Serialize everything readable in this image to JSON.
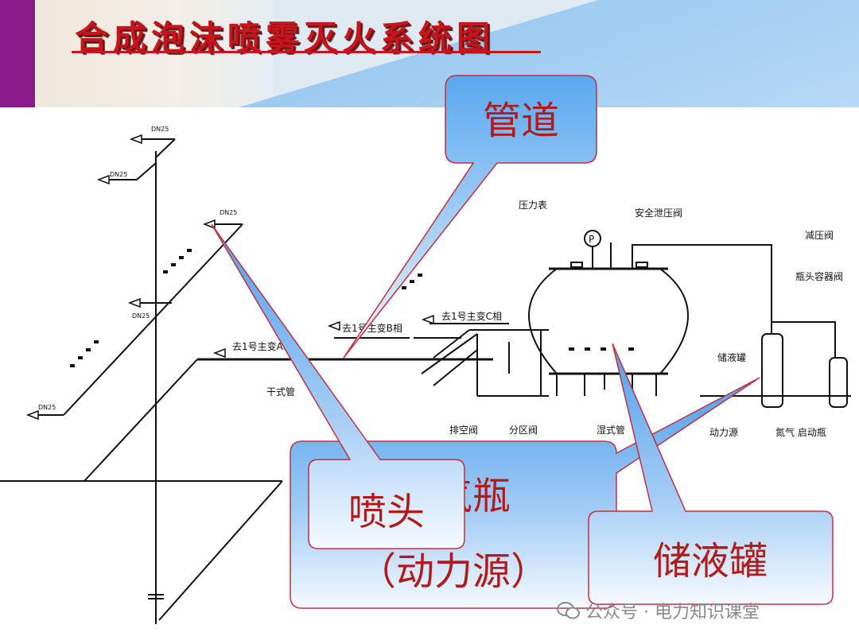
{
  "title": "合成泡沫喷雾灭火系统图",
  "callouts": {
    "pipe": "管道",
    "nozzle": "喷头",
    "gas_bottle_line1": "氮气瓶",
    "gas_bottle_line2": "（动力源）",
    "tank": "储液罐"
  },
  "diagram_labels": {
    "pressure_gauge": "压力表",
    "safety_valve": "安全泄压阀",
    "pressure_relief": "减压阀",
    "bottle_valve": "瓶头容器阀",
    "to_phase_b": "去1号主变B相",
    "to_phase_c": "去1号主变C相",
    "to_phase_a": "去1号主变A相",
    "dry_pipe": "干式管",
    "drain_valve": "排空阀",
    "zone_valve": "分区阀",
    "wet_pipe": "湿式管",
    "tank_label": "储液罐",
    "power_source": "动力源",
    "start_bottle": "氮气 启动瓶",
    "gauge_symbol": "P",
    "dn_1": "DN25",
    "dn_2": "DN25",
    "dn_3": "DN25",
    "dn_4": "DN25",
    "dn_5": "DN25"
  },
  "watermark": "公众号 · 电力知识课堂"
}
